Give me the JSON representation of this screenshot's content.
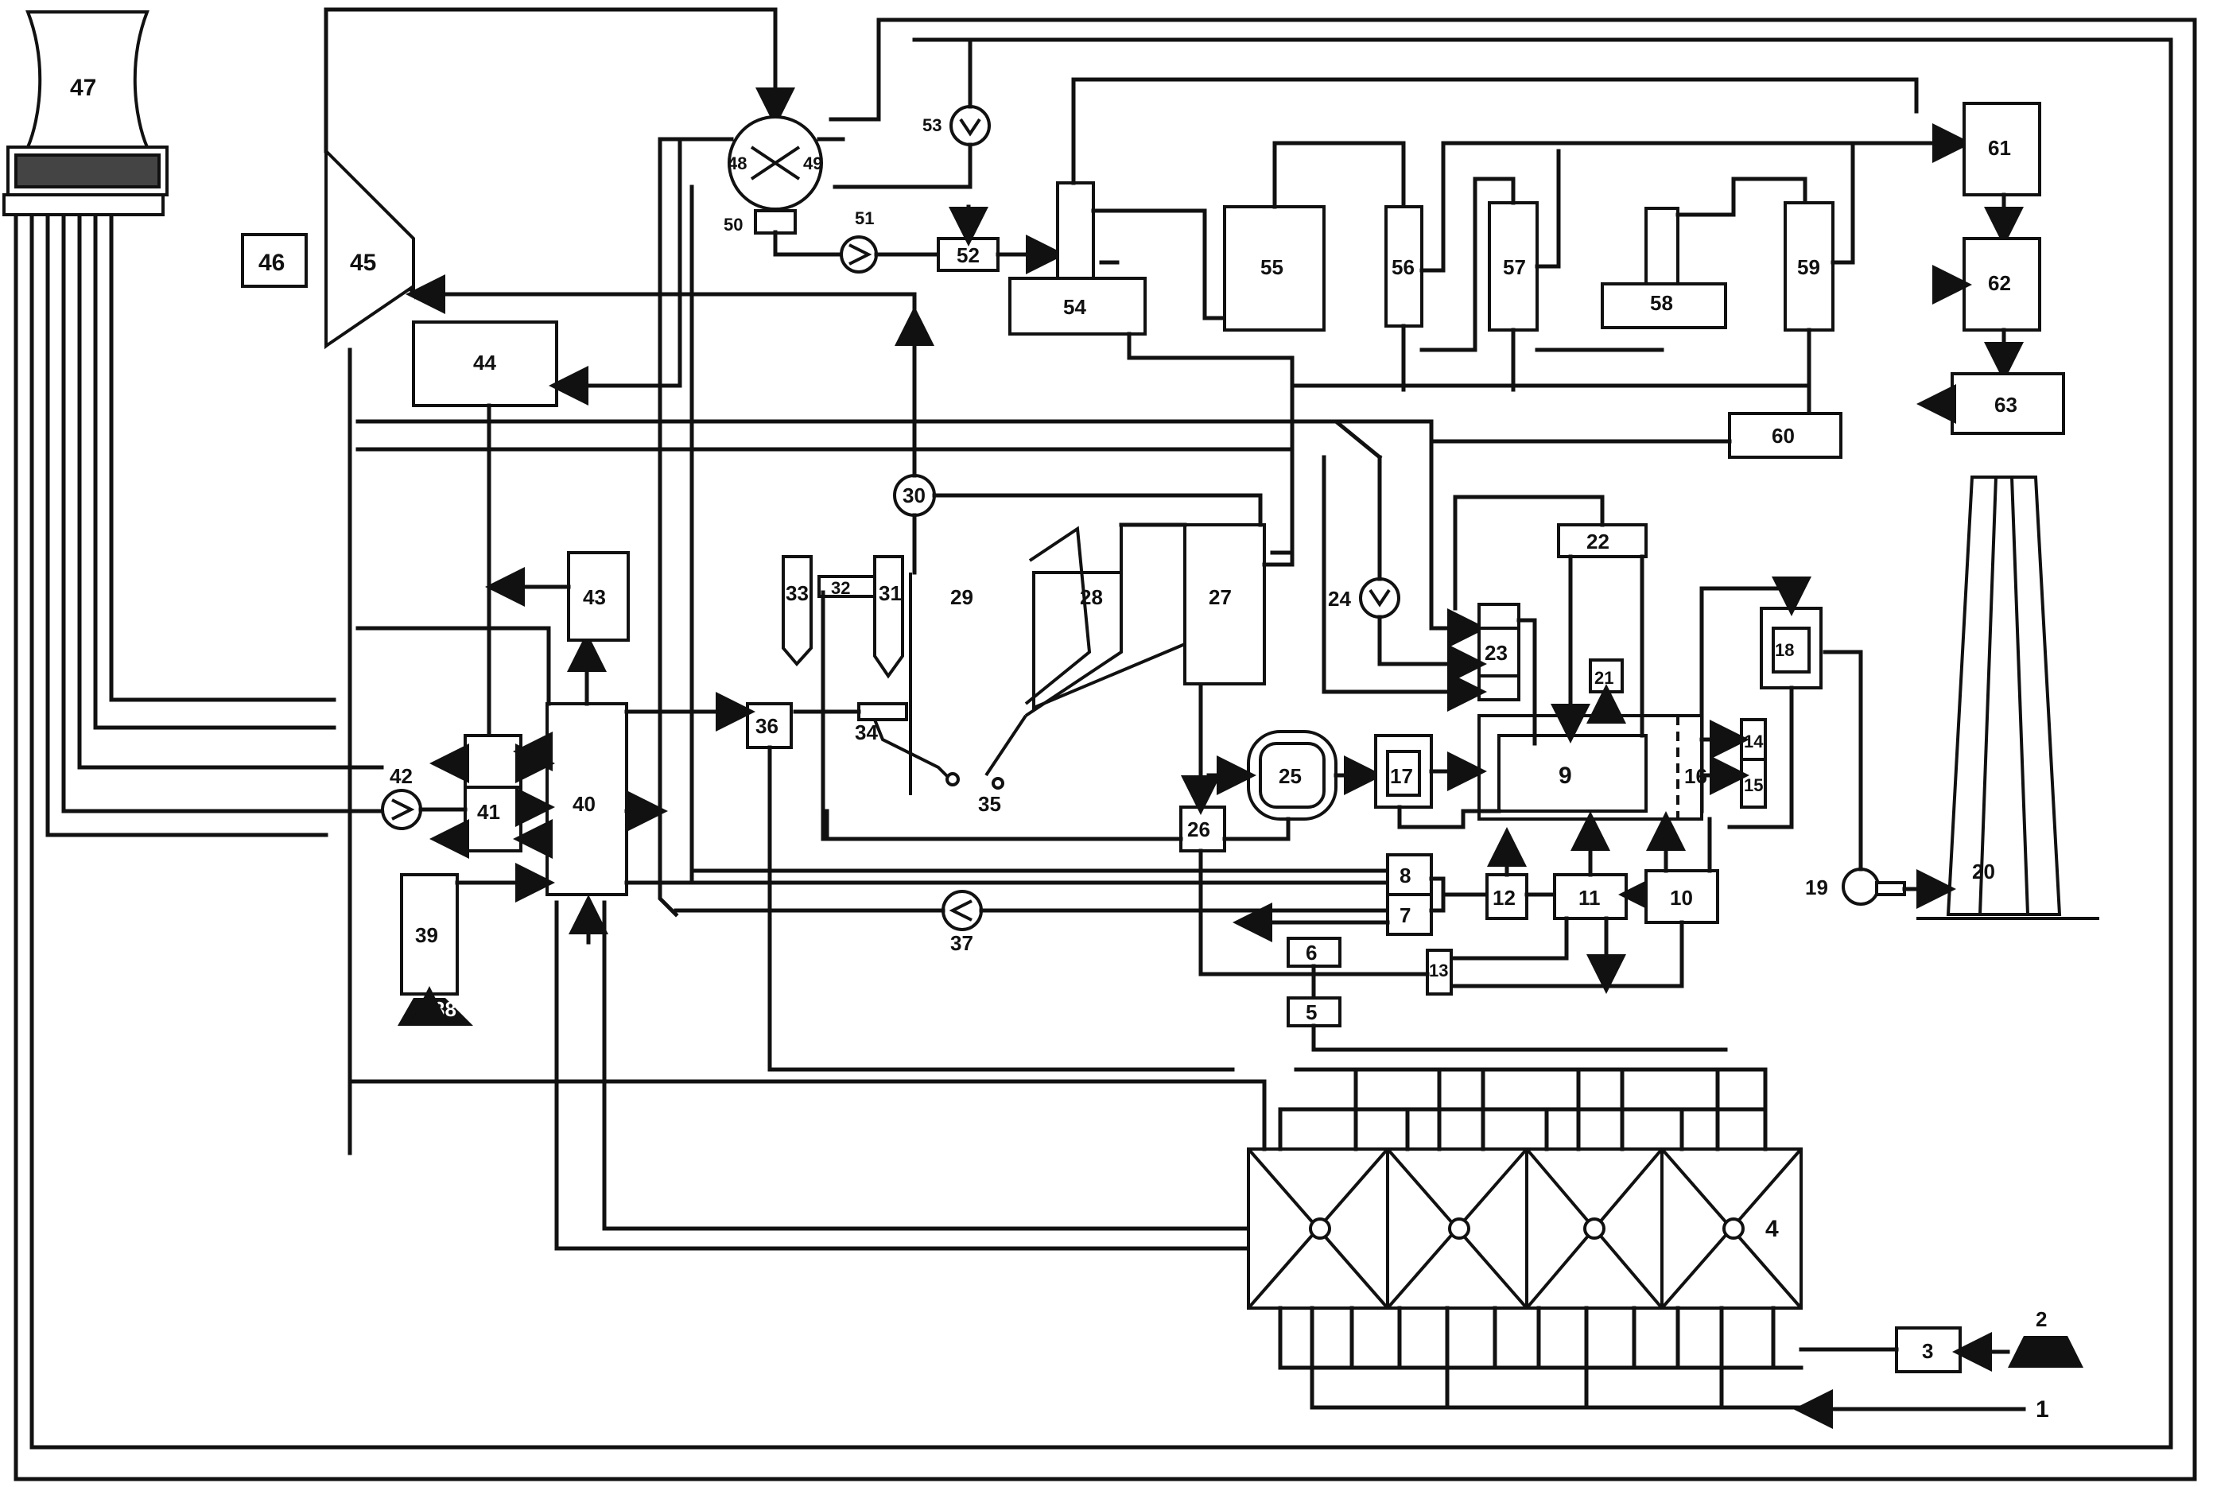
{
  "labels": {
    "n1": "1",
    "n2": "2",
    "n3": "3",
    "n4": "4",
    "n5": "5",
    "n6": "6",
    "n7": "7",
    "n8": "8",
    "n9": "9",
    "n10": "10",
    "n11": "11",
    "n12": "12",
    "n13": "13",
    "n14": "14",
    "n15": "15",
    "n16": "16",
    "n17": "17",
    "n18": "18",
    "n19": "19",
    "n20": "20",
    "n21": "21",
    "n22": "22",
    "n23": "23",
    "n24": "24",
    "n25": "25",
    "n26": "26",
    "n27": "27",
    "n28": "28",
    "n29": "29",
    "n30": "30",
    "n31": "31",
    "n32": "32",
    "n33": "33",
    "n34": "34",
    "n35": "35",
    "n36": "36",
    "n37": "37",
    "n38": "38",
    "n39": "39",
    "n40": "40",
    "n41": "41",
    "n42": "42",
    "n43": "43",
    "n44": "44",
    "n45": "45",
    "n46": "46",
    "n47": "47",
    "n48": "48",
    "n49": "49",
    "n50": "50",
    "n51": "51",
    "n52": "52",
    "n53": "53",
    "n54": "54",
    "n55": "55",
    "n56": "56",
    "n57": "57",
    "n58": "58",
    "n59": "59",
    "n60": "60",
    "n61": "61",
    "n62": "62",
    "n63": "63"
  },
  "colors": {
    "line": "#111111",
    "background": "#ffffff"
  }
}
